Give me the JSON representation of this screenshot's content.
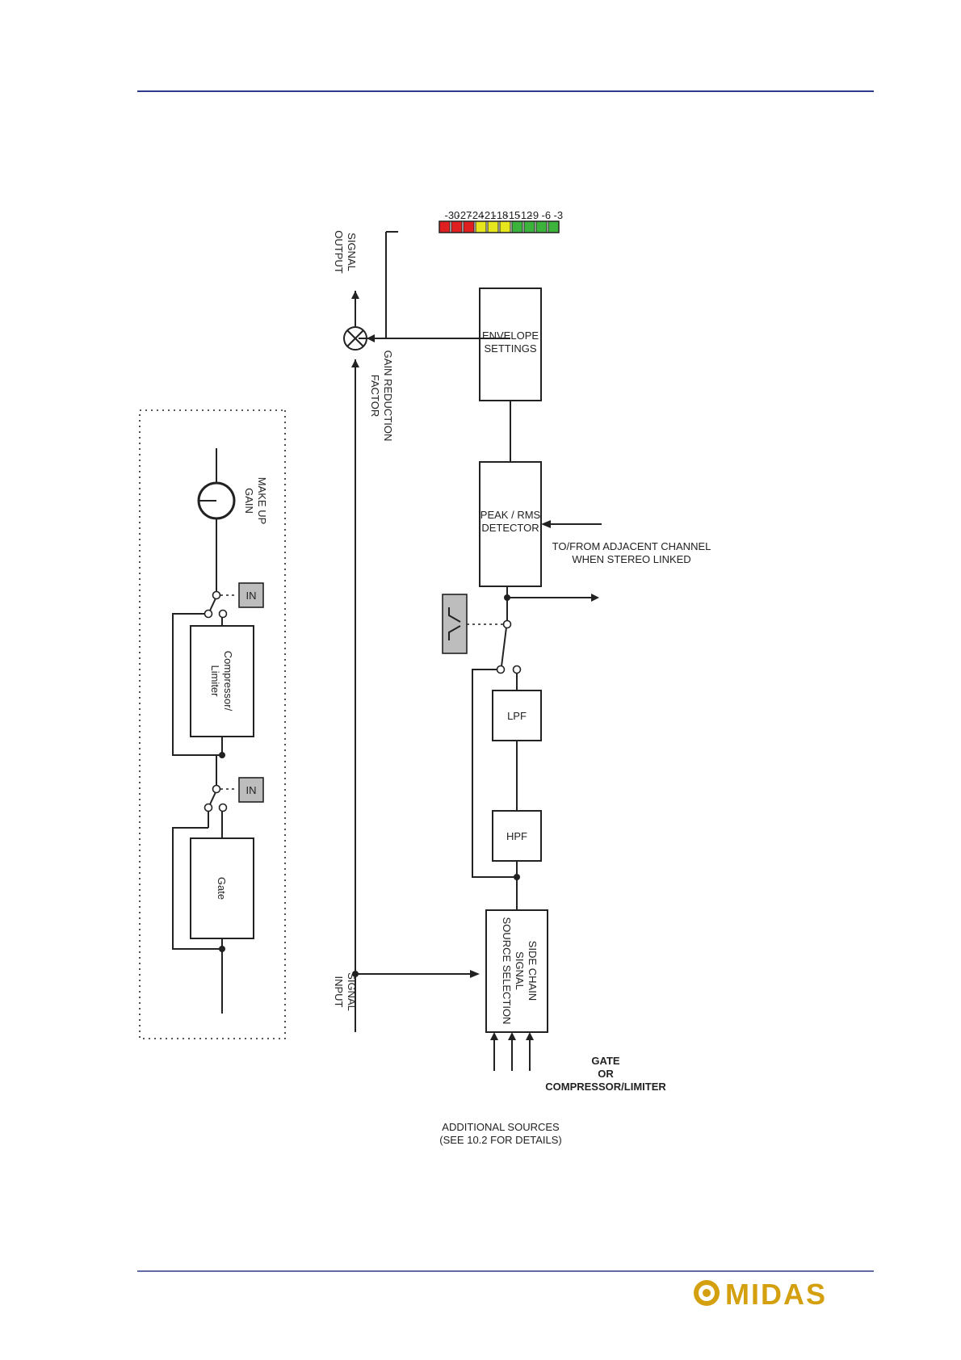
{
  "inset": {
    "gate_label": "Gate",
    "compressor_label": [
      "Compressor/",
      "Limiter"
    ],
    "in_switch_1": "IN",
    "in_switch_2": "IN",
    "makeup_gain_label": [
      "MAKE UP",
      "GAIN"
    ]
  },
  "main": {
    "signal_input": [
      "SIGNAL",
      "INPUT"
    ],
    "signal_output": [
      "SIGNAL",
      "OUTPUT"
    ],
    "side_chain_block": [
      "SIDE CHAIN",
      "SIGNAL",
      "SOURCE SELECTION"
    ],
    "hpf_label": "HPF",
    "lpf_label": "LPF",
    "detector_block": [
      "PEAK / RMS",
      "DETECTOR"
    ],
    "envelope_block": [
      "ENVELOPE",
      "SETTINGS"
    ],
    "gain_reduction_label": [
      "GAIN REDUCTION",
      "FACTOR"
    ],
    "adjacent_channel_label": [
      "TO/FROM ADJACENT CHANNEL",
      "WHEN STEREO LINKED"
    ],
    "additional_sources_label": [
      "ADDITIONAL SOURCES",
      "(SEE 10.2 FOR DETAILS)"
    ],
    "caption": [
      "GATE",
      "OR",
      "COMPRESSOR/LIMITER"
    ]
  },
  "meter": {
    "ticks": [
      "-3",
      "-6",
      "-9",
      "-12",
      "-15",
      "-18",
      "-21",
      "-24",
      "-27",
      "-30"
    ],
    "colors": [
      "#3cb43c",
      "#3cb43c",
      "#3cb43c",
      "#3cb43c",
      "#e6e61e",
      "#e6e61e",
      "#e6e61e",
      "#e02020",
      "#e02020",
      "#e02020"
    ]
  },
  "footer": {
    "logo_text": "MIDAS"
  },
  "colors": {
    "rule": "#2e3a8c",
    "logo_gold": "#d4a010"
  }
}
